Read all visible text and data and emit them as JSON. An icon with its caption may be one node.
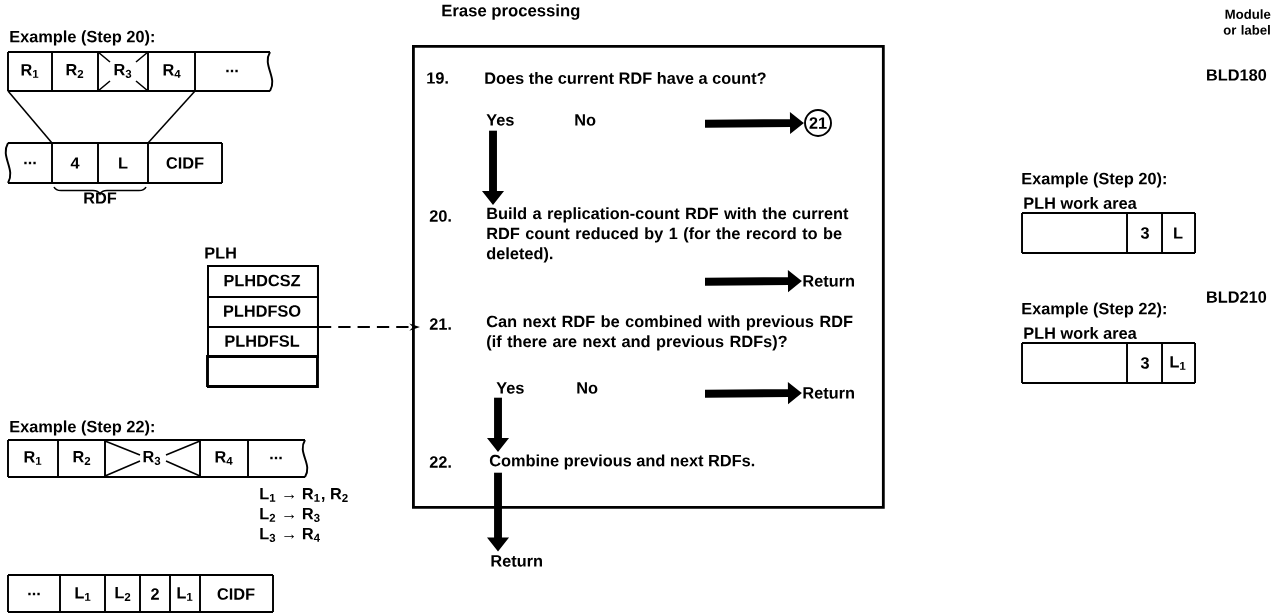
{
  "diagram": {
    "nodes": [
      {
        "text": [
          "Erase processing"
        ]
      },
      {
        "text": [
          "19.",
          "Does the current RDF have a count?",
          "Yes",
          "No"
        ],
        "in": 0
      },
      {
        "text": [
          "21"
        ],
        "in": 0
      },
      {
        "text": [
          "20.",
          "Build a replication-count RDF with the current RDF count reduced by 1 (for the record to be deleted)."
        ],
        "in": 0
      },
      {
        "text": [
          "Return"
        ],
        "in": 0
      },
      {
        "text": [
          "PLH"
        ]
      },
      {
        "text": [
          "PLHDCSZ"
        ],
        "in": 5
      },
      {
        "text": [
          "PLHDFSO"
        ],
        "in": 5
      },
      {
        "text": [
          "PLHDFSL"
        ],
        "in": 5
      },
      {
        "text": [],
        "shape": "box",
        "in": 5
      },
      {
        "text": [
          "21.",
          "Can next RDF be combined with previous RDF (if there are next and previous RDFs)?",
          "Yes",
          "No"
        ],
        "in": 0
      },
      {
        "text": [
          "Return"
        ],
        "in": 0
      },
      {
        "text": [
          "22.",
          "Combine previous and next RDFs."
        ],
        "in": 0
      },
      {
        "text": [
          "Return"
        ]
      }
    ],
    "edges": [
      {
        "from": 1,
        "to": 3,
        "arrow": "to"
      },
      {
        "from": 1,
        "to": 2,
        "arrow": "to"
      },
      {
        "from": 3,
        "to": 4,
        "arrow": "to"
      },
      {
        "from": 5,
        "to": 10,
        "arrow": "to",
        "style": "dashed"
      },
      {
        "from": 10,
        "to": 11,
        "arrow": "to"
      },
      {
        "from": 10,
        "to": 12,
        "arrow": "to"
      },
      {
        "from": 12,
        "to": 13,
        "arrow": "to"
      }
    ],
    "labels": [
      "Example (Step 20):",
      "R$_{1}$",
      "R$_{2}$",
      "R$_{3}$",
      "R$_{4}$",
      "...",
      "...",
      "4",
      "L",
      "CIDF",
      "RDF",
      "Example (Step 22):",
      "R$_{1}$",
      "R$_{2}$",
      "R$_{3}$",
      "R$_{4}$",
      "...",
      "L$_{1}$ → R$_{1}$, R$_{2}$",
      "L$_{2}$ → R$_{3}$",
      "L$_{3}$ → R$_{4}$",
      "...",
      "L$_{1}$",
      "L$_{2}$",
      "2",
      "L$_{1}$",
      "CIDF",
      "Module or label",
      "BLD180",
      "Example (Step 20):",
      "PLH work area",
      "3",
      "L",
      "BLD210",
      "Example (Step 22):",
      "PLH work area",
      "3",
      "L$_{1}$"
    ]
  }
}
